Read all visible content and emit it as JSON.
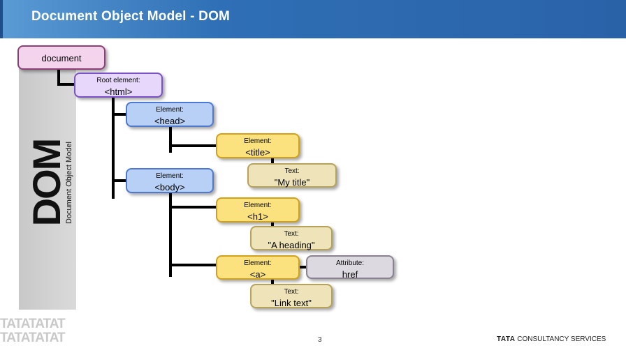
{
  "slide": {
    "title": "Document Object Model - DOM",
    "page_number": "3"
  },
  "side_label": {
    "big": "DOM",
    "small": "Document Object Model"
  },
  "nodes": {
    "document": {
      "value": "document"
    },
    "html": {
      "caption": "Root element:",
      "value": "<html>"
    },
    "head": {
      "caption": "Element:",
      "value": "<head>"
    },
    "title": {
      "caption": "Element:",
      "value": "<title>"
    },
    "title_text": {
      "caption": "Text:",
      "value": "\"My title\""
    },
    "body": {
      "caption": "Element:",
      "value": "<body>"
    },
    "h1": {
      "caption": "Element:",
      "value": "<h1>"
    },
    "h1_text": {
      "caption": "Text:",
      "value": "\"A heading\""
    },
    "a": {
      "caption": "Element:",
      "value": "<a>"
    },
    "a_attr": {
      "caption": "Attribute:",
      "value": "href"
    },
    "a_text": {
      "caption": "Text:",
      "value": "\"Link text\""
    }
  },
  "footer": {
    "logo_watermark_line1": "TATATATAT",
    "logo_watermark_line2": "TATATATAT",
    "company_bold": "TATA",
    "company_rest": "CONSULTANCY SERVICES"
  },
  "colors": {
    "title_bar": "#2f6fb5",
    "document_node": "#f3d4ec",
    "root_node": "#e6d7fb",
    "element_blue": "#b8d0f6",
    "element_yellow": "#fbe27e",
    "text_node": "#efe4b9",
    "attribute_node": "#ddd9e0"
  }
}
